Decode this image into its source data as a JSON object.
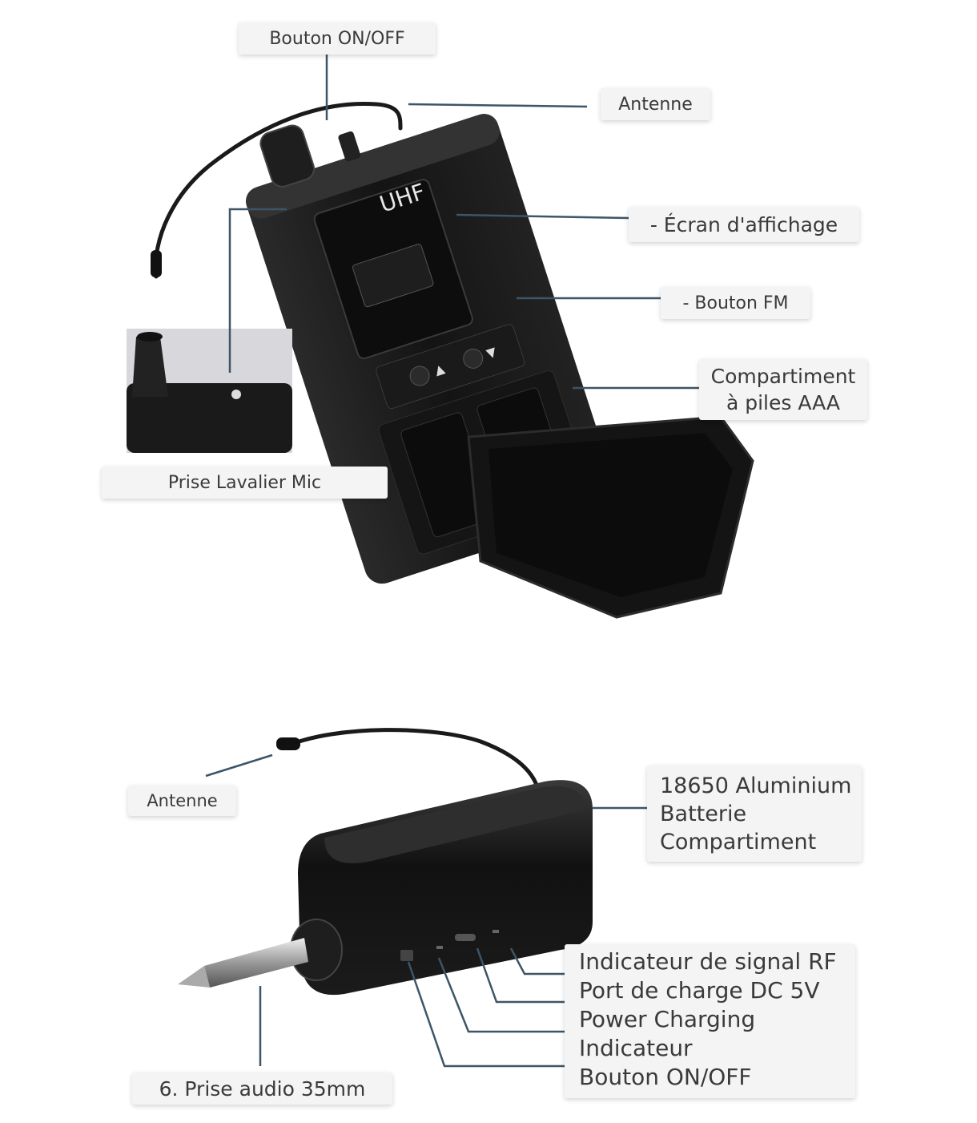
{
  "top_device": {
    "screen_text": "UHF",
    "labels": {
      "power_button": "Bouton ON/OFF",
      "antenna": "Antenne",
      "display": "- Écran d'affichage",
      "fm_button": "- Bouton FM",
      "battery_compartment": [
        "Compartiment",
        "à piles AAA"
      ],
      "mic_jack": "Prise Lavalier Mic"
    }
  },
  "bottom_device": {
    "labels": {
      "antenna": "Antenne",
      "battery": [
        "18650 Aluminium",
        "Batterie",
        "Compartiment"
      ],
      "controls": [
        "Indicateur de signal RF",
        "Port de charge DC 5V",
        "Power Charging",
        "Indicateur",
        "Bouton ON/OFF"
      ],
      "audio_jack": "6. Prise audio 35mm"
    }
  },
  "colors": {
    "leader_line": "#3d5566",
    "device": "#1c1c1c",
    "label_bg": "#f4f4f4"
  }
}
